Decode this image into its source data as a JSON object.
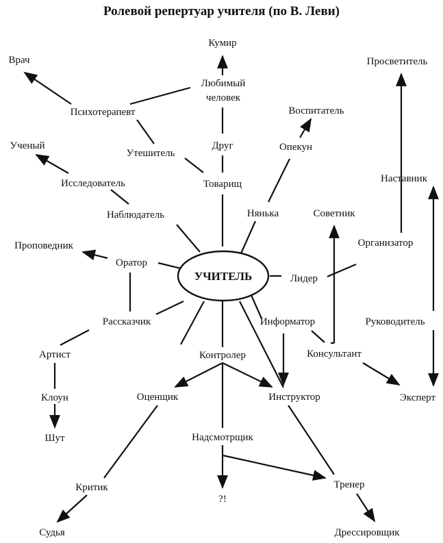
{
  "title": "Ролевой репертуар учителя (по В. Леви)",
  "center": "УЧИТЕЛЬ",
  "nodes": {
    "kumir": "Кумир",
    "lyubimy": [
      "Любимый",
      "человек"
    ],
    "drug": "Друг",
    "tovarisch": "Товарищ",
    "vrach": "Врач",
    "psikhoterapevt": "Психотерапевт",
    "uteshitel": "Утешитель",
    "uchenyi": "Ученый",
    "issledovatel": "Исследователь",
    "nablyudatel": "Наблюдатель",
    "propovednik": "Проповедник",
    "orator": "Оратор",
    "rasskazchik": "Рассказчик",
    "artist": "Артист",
    "kloun": "Клоун",
    "shut": "Шут",
    "vospitatel": "Воспитатель",
    "opekun": "Опекун",
    "nyanka": "Нянька",
    "prosvetitel": "Просветитель",
    "nastavnik": "Наставник",
    "sovetnik": "Советник",
    "organizator": "Организатор",
    "lider": "Лидер",
    "informator": "Информатор",
    "rukovoditel": "Руководитель",
    "konsultant": "Консультант",
    "ekspert": "Эксперт",
    "kontroler": "Контролер",
    "otsenshchik": "Оценщик",
    "instruktor": "Инструктор",
    "nadsmotrshchik": "Надсмотрщик",
    "question": "?!",
    "trener": "Тренер",
    "dressirovshchik": "Дрессировщик",
    "kritik": "Критик",
    "sudya": "Судья"
  }
}
